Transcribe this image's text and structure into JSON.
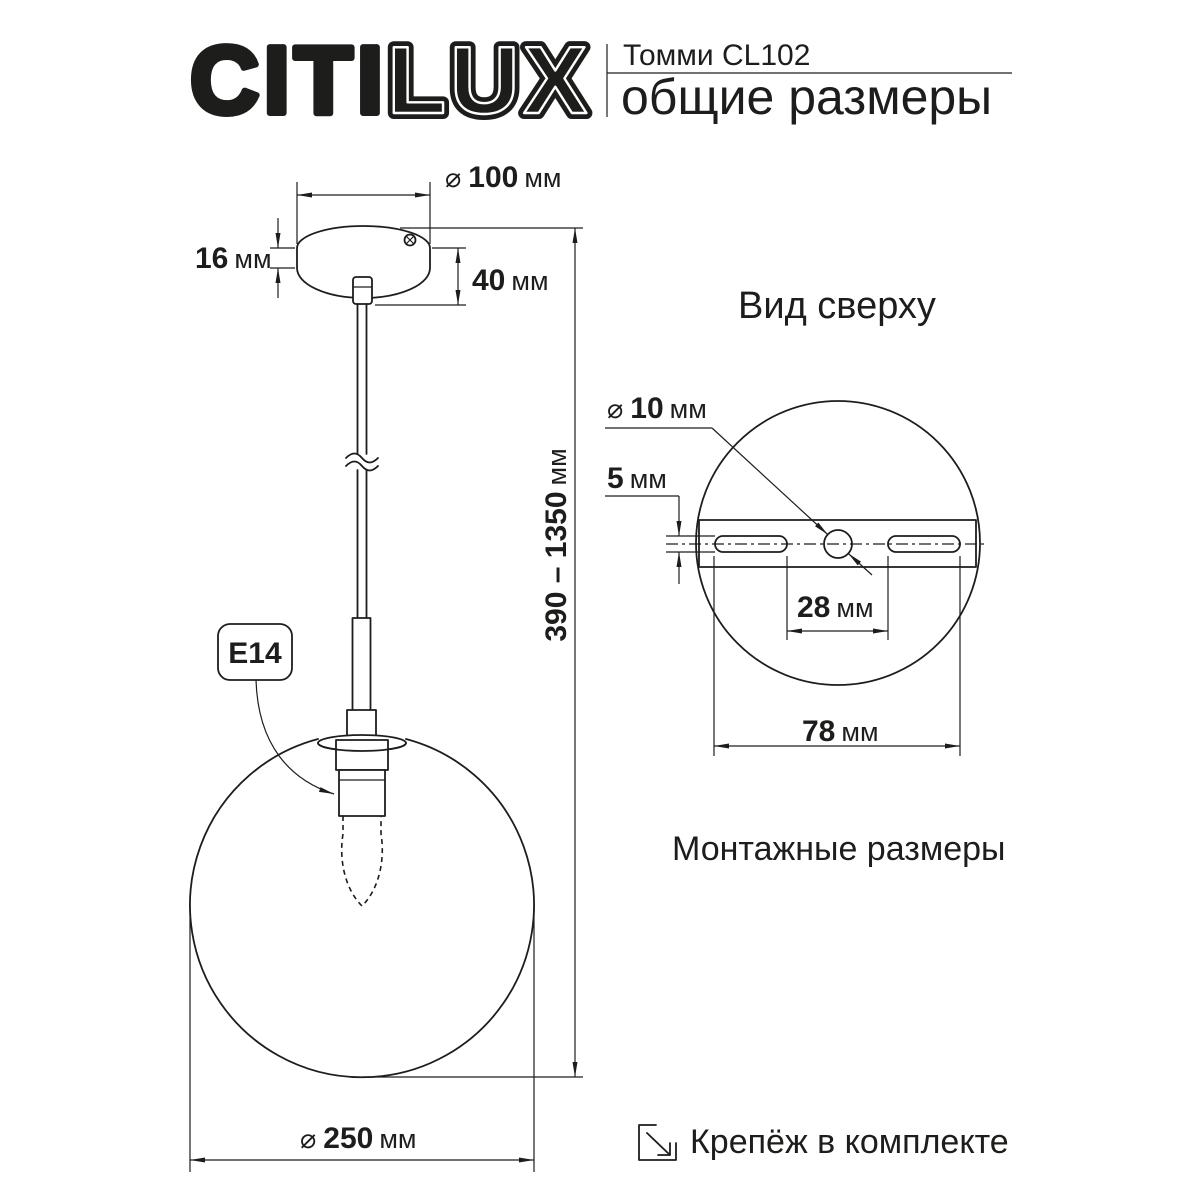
{
  "colors": {
    "ink": "#1d1d1b",
    "background": "#ffffff"
  },
  "header": {
    "logo": {
      "solid": "CITI",
      "outline": "LUX"
    },
    "model": "Томми CL102",
    "subtitle": "общие размеры"
  },
  "general_view": {
    "canopy_diameter": {
      "prefix": "⌀",
      "value": "100",
      "unit": "мм"
    },
    "canopy_height": {
      "value": "16",
      "unit": "мм"
    },
    "canopy_drop": {
      "value": "40",
      "unit": "мм"
    },
    "overall_height": {
      "value": "390 – 1350",
      "unit": "мм"
    },
    "globe_diameter": {
      "prefix": "⌀",
      "value": "250",
      "unit": "мм"
    },
    "socket_label": "E14"
  },
  "top_view": {
    "title": "Вид сверху",
    "hole_diameter": {
      "prefix": "⌀",
      "value": "10",
      "unit": "мм"
    },
    "slot_width": {
      "value": "5",
      "unit": "мм"
    },
    "slot_spacing": {
      "value": "28",
      "unit": "мм"
    },
    "mounting_length": {
      "value": "78",
      "unit": "мм"
    },
    "caption": "Монтажные размеры"
  },
  "footer": {
    "icon": "box-arrow-icon",
    "note": "Крепёж в комплекте"
  }
}
